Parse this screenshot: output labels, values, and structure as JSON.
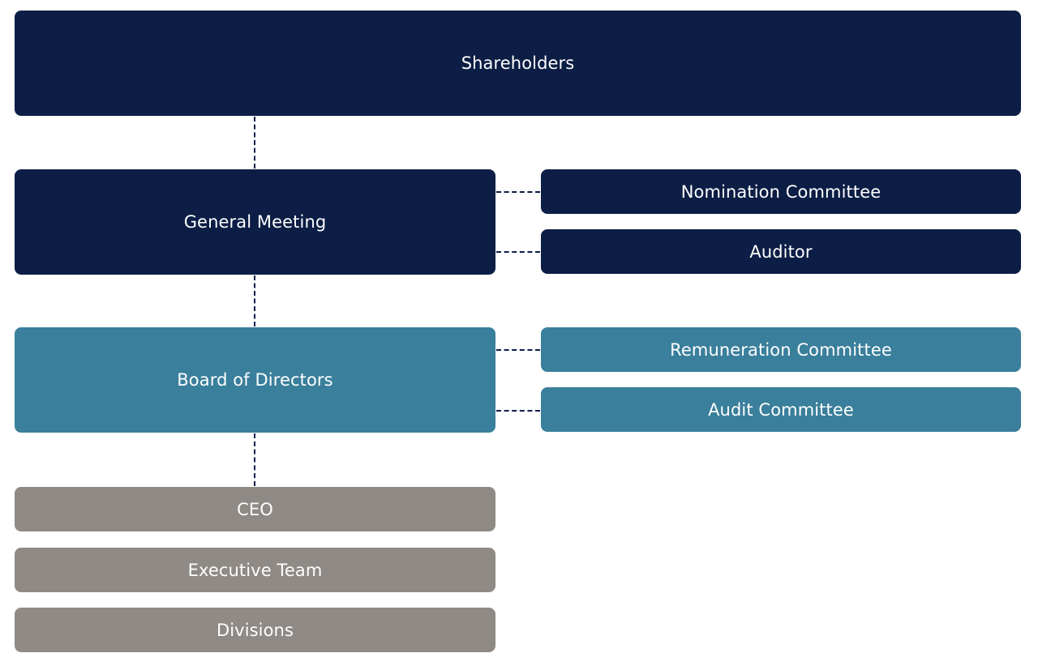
{
  "diagram": {
    "type": "organizational-chart",
    "colors": {
      "governance": "#0c1e45",
      "board": "#3a7f9b",
      "management": "#8f8a85",
      "connector": "#0c1e45",
      "text": "#ffffff"
    },
    "nodes": {
      "shareholders": "Shareholders",
      "general_meeting": "General Meeting",
      "nomination_committee": "Nomination Committee",
      "auditor": "Auditor",
      "board_of_directors": "Board of Directors",
      "remuneration_committee": "Remuneration Committee",
      "audit_committee": "Audit Committee",
      "ceo": "CEO",
      "executive_team": "Executive Team",
      "divisions": "Divisions"
    },
    "edges": [
      {
        "from": "Shareholders",
        "to": "General Meeting",
        "style": "dashed"
      },
      {
        "from": "General Meeting",
        "to": "Nomination Committee",
        "style": "dashed"
      },
      {
        "from": "General Meeting",
        "to": "Auditor",
        "style": "dashed"
      },
      {
        "from": "General Meeting",
        "to": "Board of Directors",
        "style": "dashed"
      },
      {
        "from": "Board of Directors",
        "to": "Remuneration Committee",
        "style": "dashed"
      },
      {
        "from": "Board of Directors",
        "to": "Audit Committee",
        "style": "dashed"
      },
      {
        "from": "Board of Directors",
        "to": "CEO",
        "style": "dashed"
      }
    ]
  }
}
